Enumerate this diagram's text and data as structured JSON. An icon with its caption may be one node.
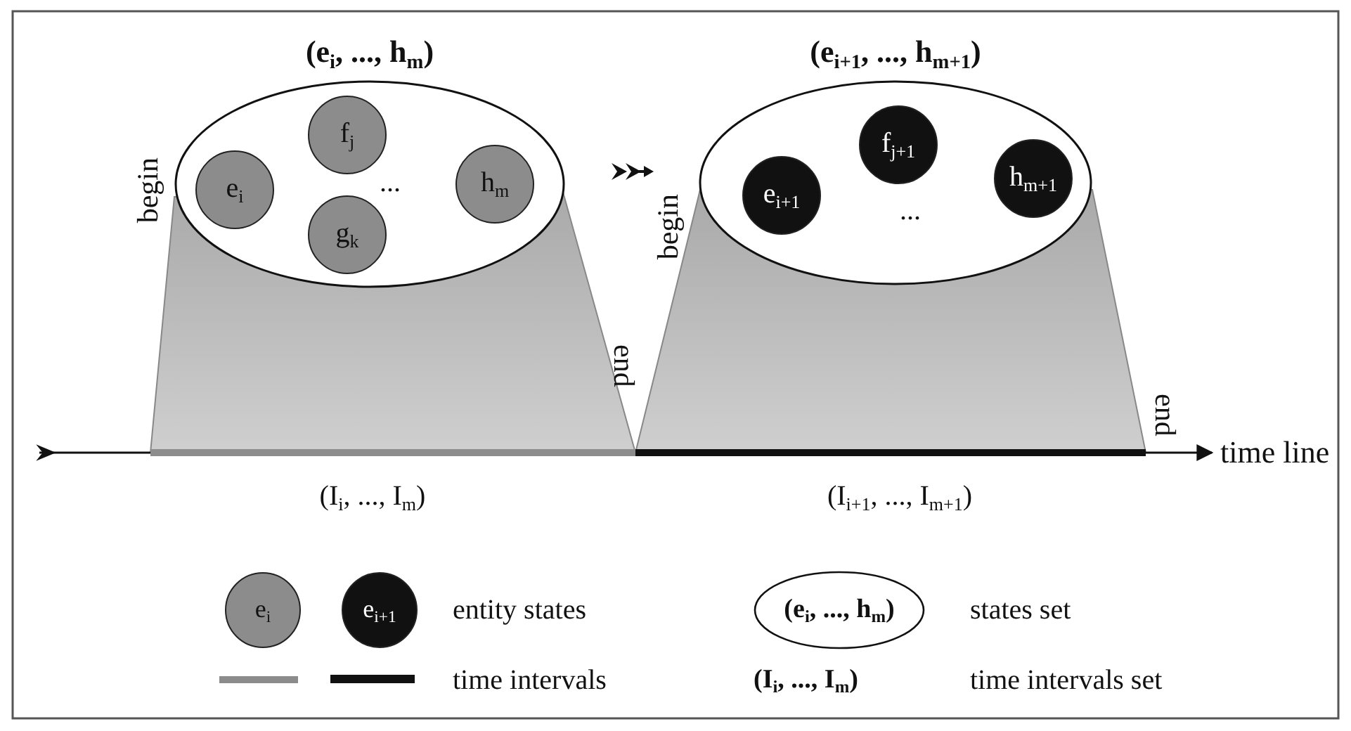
{
  "diagram": {
    "nodes": [
      {
        "text": [
          "(e$_{i}$, ..., h$_{m}$)",
          "..."
        ]
      },
      {
        "text": [
          "e$_{i}$"
        ],
        "in": 0
      },
      {
        "text": [
          "f$_{j}$"
        ],
        "in": 0
      },
      {
        "text": [
          "g$_{k}$"
        ],
        "in": 0
      },
      {
        "text": [
          "h$_{m}$"
        ],
        "in": 0
      },
      {
        "text": [
          "(e$_{i+1}$, ..., h$_{m+1}$)",
          "..."
        ]
      },
      {
        "text": [
          "e$_{i+1}$"
        ],
        "in": 5
      },
      {
        "text": [
          "f$_{j+1}$"
        ],
        "in": 5
      },
      {
        "text": [
          "h$_{m+1}$"
        ],
        "in": 5
      },
      {
        "text": [
          "time line"
        ]
      }
    ],
    "edges": [
      {
        "from": null,
        "to": 9,
        "arrow": "to"
      }
    ],
    "labels": [
      "begin",
      "end",
      "begin",
      "end",
      "(I$_{i}$, ..., I$_{m}$)",
      "(I$_{i+1}$, ..., I$_{m+1}$)",
      "e$_{i}$",
      "e$_{i+1}$",
      "(e$_{i}$, ..., h$_{m}$)",
      "(I$_{i}$, ..., I$_{m}$)"
    ],
    "legend": [
      {
        "text": "entity states"
      },
      {
        "text": "states set"
      },
      {
        "text": "time intervals"
      },
      {
        "text": "time intervals set"
      }
    ]
  }
}
